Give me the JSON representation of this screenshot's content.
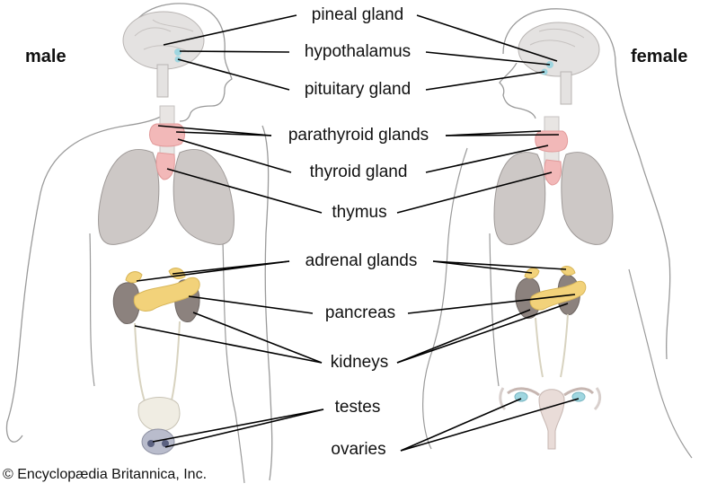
{
  "side_labels": {
    "male": "male",
    "female": "female"
  },
  "labels": {
    "pineal": "pineal gland",
    "hypothalamus": "hypothalamus",
    "pituitary": "pituitary gland",
    "parathyroid": "parathyroid glands",
    "thyroid": "thyroid gland",
    "thymus": "thymus",
    "adrenal": "adrenal glands",
    "pancreas": "pancreas",
    "kidneys": "kidneys",
    "testes": "testes",
    "ovaries": "ovaries"
  },
  "credit": "© Encyclopædia Britannica, Inc.",
  "colors": {
    "outline": "#9a9a9a",
    "lung": "#c9c4c2",
    "gland_pink": "#f2b8b8",
    "adrenal_yellow": "#f2d27a",
    "kidney": "#8c827e",
    "gland_blue": "#9fd6e0",
    "leader_line": "#000000"
  }
}
